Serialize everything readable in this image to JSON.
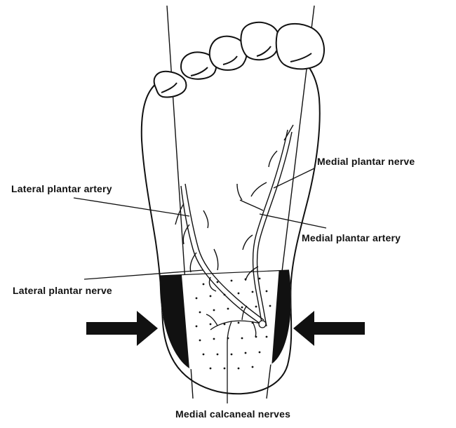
{
  "labels": {
    "medial_plantar_nerve": "Medial plantar nerve",
    "lateral_plantar_artery": "Lateral plantar artery",
    "medial_plantar_artery": "Medial plantar artery",
    "lateral_plantar_nerve": "Lateral plantar nerve",
    "medial_calcaneal_nerves": "Medial calcaneal nerves"
  },
  "icons": {
    "left_arrow": "arrow-right-icon",
    "right_arrow": "arrow-left-icon"
  },
  "colors": {
    "ink": "#111111",
    "background": "#ffffff"
  }
}
